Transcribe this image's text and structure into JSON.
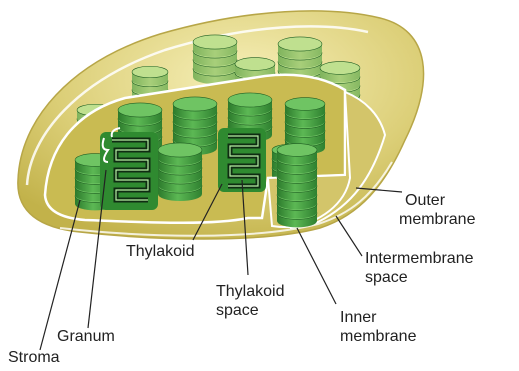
{
  "colors": {
    "outer_shell": "#d9cd74",
    "shell_highlight": "#f3ecb2",
    "stroma": "#cdbf55",
    "granum_green": "#3e9a3a",
    "granum_dark": "#1f5e22",
    "granum_light": "#8fd283",
    "lumen": "#16381a",
    "membrane_white": "#ffffff",
    "leader_line": "#222222"
  },
  "labels": {
    "outer_membrane": [
      "Outer",
      "membrane"
    ],
    "intermembrane_space": [
      "Intermembrane",
      "space"
    ],
    "thylakoid": "Thylakoid",
    "thylakoid_space": [
      "Thylakoid",
      "space"
    ],
    "inner_membrane": [
      "Inner",
      "membrane"
    ],
    "granum": "Granum",
    "stroma": "Stroma"
  }
}
